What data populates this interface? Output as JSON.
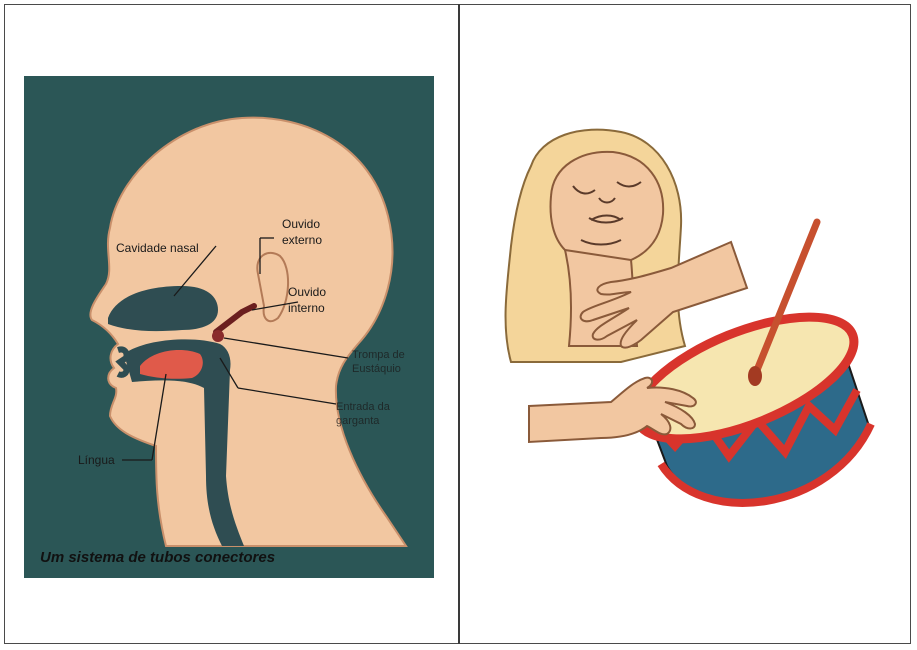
{
  "left_figure": {
    "labels": {
      "nasal_cavity": "Cavidade nasal",
      "outer_ear": [
        "Ouvido",
        "externo"
      ],
      "inner_ear": [
        "Ouvido",
        "interno"
      ],
      "eustachian_tube": [
        "Trompa de",
        "Eustáquio"
      ],
      "throat_entrance": [
        "Entrada da",
        "garganta"
      ],
      "tongue": "Língua"
    },
    "caption": "Um sistema de tubos conectores"
  },
  "colors": {
    "background_dark": "#2b5656",
    "skin": "#f2c7a1",
    "skin_outline": "#c9906b",
    "tract": "#2f4d52",
    "tongue": "#e05a4a",
    "hair": "#f4d59a",
    "drum_body": "#2d6a8a",
    "drum_rim": "#d8342c",
    "drum_head": "#f6e6b0",
    "stick": "#c7502f"
  },
  "icons": [
    "head-cross-section",
    "woman-face-icon",
    "drum-icon",
    "drumstick-icon",
    "hand-icon"
  ]
}
